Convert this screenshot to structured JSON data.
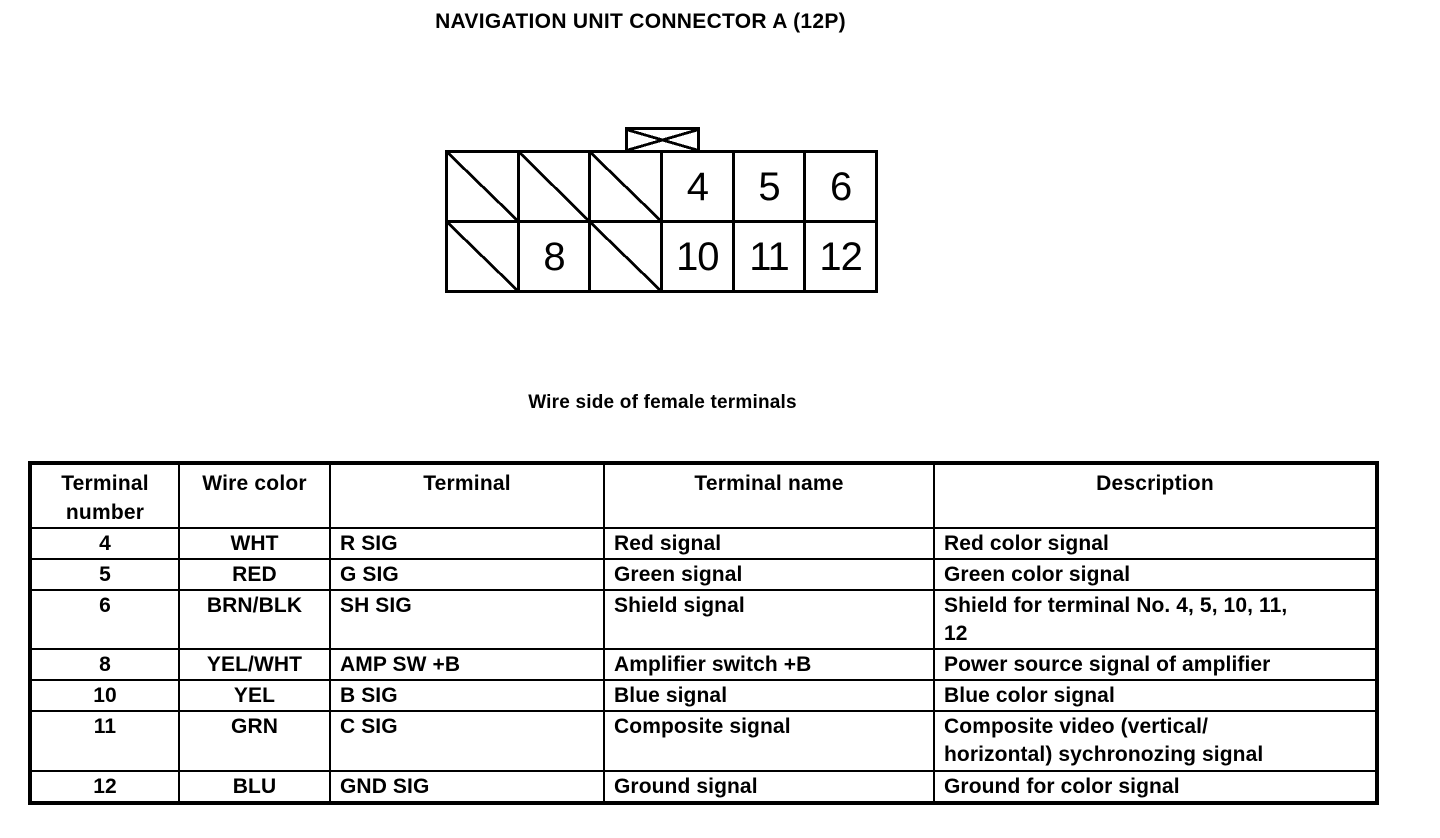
{
  "colors": {
    "ink": "#000000",
    "paper": "#ffffff"
  },
  "page": {
    "title": "NAVIGATION UNIT CONNECTOR A (12P)",
    "caption": "Wire side of female terminals"
  },
  "connector": {
    "pin_rows": [
      {
        "cells": [
          {
            "label": "",
            "hatched": true
          },
          {
            "label": "",
            "hatched": true
          },
          {
            "label": "",
            "hatched": true
          },
          {
            "label": "4",
            "hatched": false
          },
          {
            "label": "5",
            "hatched": false
          },
          {
            "label": "6",
            "hatched": false
          }
        ]
      },
      {
        "cells": [
          {
            "label": "",
            "hatched": true
          },
          {
            "label": "8",
            "hatched": false
          },
          {
            "label": "",
            "hatched": true
          },
          {
            "label": "10",
            "hatched": false
          },
          {
            "label": "11",
            "hatched": false
          },
          {
            "label": "12",
            "hatched": false
          }
        ]
      }
    ]
  },
  "table": {
    "headers": [
      "Terminal number",
      "Wire color",
      "Terminal",
      "Terminal name",
      "Description"
    ],
    "rows": [
      {
        "terminal_number": "4",
        "wire_color": "WHT",
        "terminal": "R SIG",
        "terminal_name": "Red signal",
        "description": "Red color signal"
      },
      {
        "terminal_number": "5",
        "wire_color": "RED",
        "terminal": "G SIG",
        "terminal_name": "Green signal",
        "description": "Green color signal"
      },
      {
        "terminal_number": "6",
        "wire_color": "BRN/BLK",
        "terminal": "SH SIG",
        "terminal_name": "Shield signal",
        "description": "Shield for terminal No. 4, 5, 10, 11,\n12"
      },
      {
        "terminal_number": "8",
        "wire_color": "YEL/WHT",
        "terminal": "AMP SW +B",
        "terminal_name": "Amplifier switch +B",
        "description": "Power source signal of amplifier"
      },
      {
        "terminal_number": "10",
        "wire_color": "YEL",
        "terminal": "B SIG",
        "terminal_name": "Blue signal",
        "description": "Blue color signal"
      },
      {
        "terminal_number": "11",
        "wire_color": "GRN",
        "terminal": "C SIG",
        "terminal_name": "Composite signal",
        "description": "Composite video (vertical/\nhorizontal) sychronozing signal"
      },
      {
        "terminal_number": "12",
        "wire_color": "BLU",
        "terminal": "GND SIG",
        "terminal_name": "Ground signal",
        "description": "Ground for color signal"
      }
    ]
  }
}
